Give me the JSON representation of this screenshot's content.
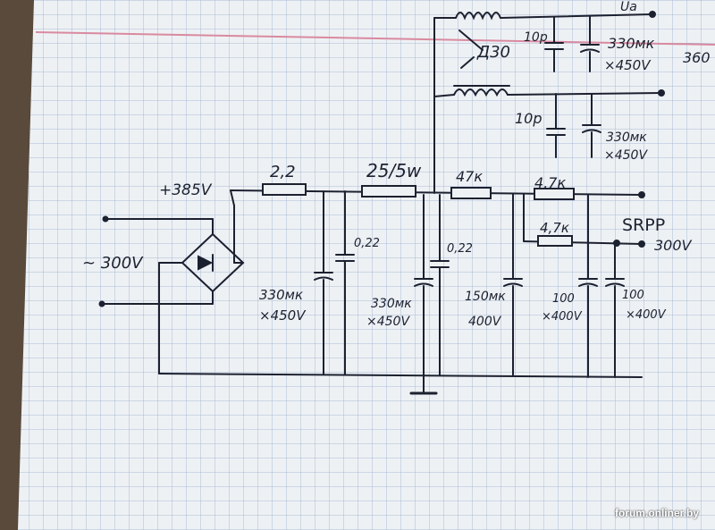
{
  "watermark": "forum.onliner.by",
  "labels": {
    "input": "~ 300V",
    "rect_out": "+385V",
    "r1": "2,2",
    "r2": "25/5w",
    "r3": "47к",
    "r4": "4,7к",
    "r5": "4,7к",
    "c1_val": "0,22",
    "c1e_val": "330мк",
    "c1e_v": "×450V",
    "c2_val": "0,22",
    "c2e_val": "330мк",
    "c2e_v": "×450V",
    "c3_val": "150мк",
    "c3_v": "400V",
    "c4_val": "100",
    "c4_v": "×400V",
    "c5_val": "100",
    "c5_v": "×400V",
    "srpp": "SRPP",
    "out_300": "300V",
    "top_ua": "Uа",
    "top_360": "360",
    "choke1": "Д30",
    "top_c1": "10р",
    "top_c1e": "330мк",
    "top_c1e_v": "×450V",
    "top_c2": "10р",
    "top_c2e": "330мк",
    "top_c2e_v": "×450V"
  },
  "colors": {
    "paper": "#eef1f4",
    "grid": "#a9bcd6",
    "ink": "#1c2130",
    "red_line": "#d98aa0"
  }
}
